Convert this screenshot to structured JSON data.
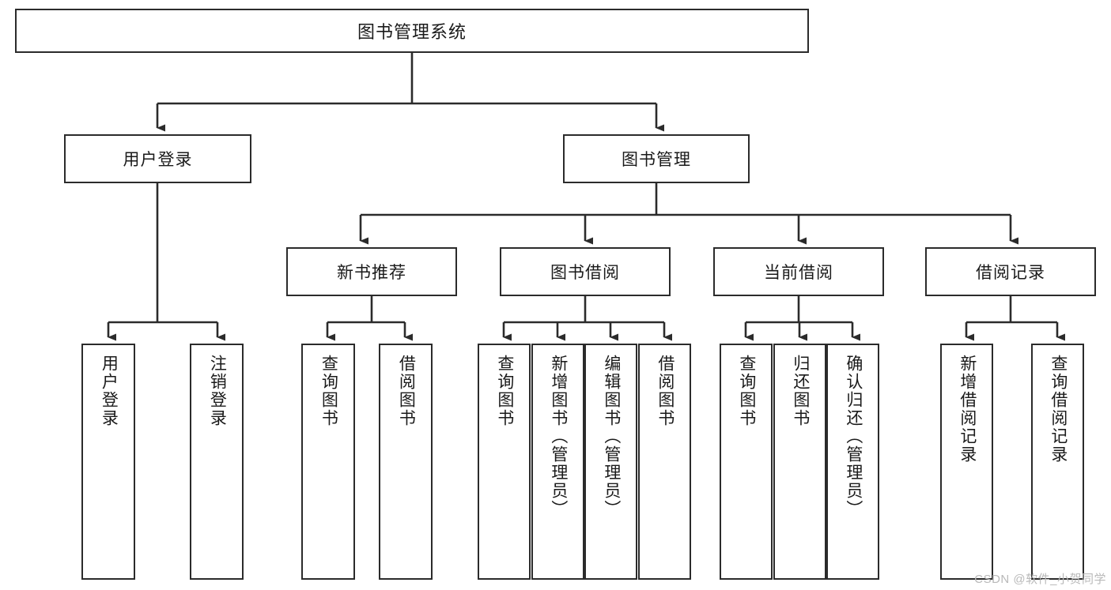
{
  "diagram": {
    "title": "图书管理系统",
    "type": "tree-hierarchy-chart",
    "levels": 4,
    "colors": {
      "box_border": "#2b2b2b",
      "box_fill": "#ffffff",
      "connector": "#2b2b2b",
      "background": "#ffffff",
      "watermark": "#b9b9b9"
    }
  },
  "root": {
    "label": "图书管理系统"
  },
  "level2": [
    {
      "label": "用户登录"
    },
    {
      "label": "图书管理"
    }
  ],
  "level3": [
    {
      "label": "新书推荐"
    },
    {
      "label": "图书借阅"
    },
    {
      "label": "当前借阅"
    },
    {
      "label": "借阅记录"
    }
  ],
  "leaves": {
    "user_login": [
      {
        "label": "用户登录"
      },
      {
        "label": "注销登录"
      }
    ],
    "new_book_recommend": [
      {
        "label": "查询图书"
      },
      {
        "label": "借阅图书"
      }
    ],
    "book_borrow": [
      {
        "label": "查询图书"
      },
      {
        "label": "新增图书（管理员）"
      },
      {
        "label": "编辑图书（管理员）"
      },
      {
        "label": "借阅图书"
      }
    ],
    "current_borrow": [
      {
        "label": "查询图书"
      },
      {
        "label": "归还图书"
      },
      {
        "label": "确认归还（管理员）"
      }
    ],
    "borrow_record": [
      {
        "label": "新增借阅记录"
      },
      {
        "label": "查询借阅记录"
      }
    ]
  },
  "watermark": {
    "text": "CSDN @软件_小贺同学"
  }
}
